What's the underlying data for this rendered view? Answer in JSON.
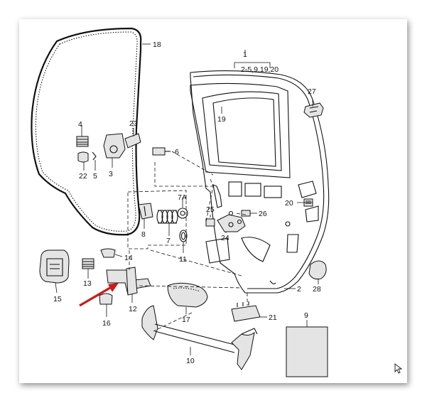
{
  "diagram": {
    "callouts": {
      "c1": "1",
      "c1_sub": "2-5,9,19,20",
      "c2": "2",
      "c3": "3",
      "c4": "4",
      "c5": "5",
      "c6": "6",
      "c7": "7",
      "c7a": "7A",
      "c8": "8",
      "c9": "9",
      "c10": "10",
      "c11": "11",
      "c12": "12",
      "c13": "13",
      "c14": "14",
      "c15": "15",
      "c16": "16",
      "c17": "17",
      "c18": "18",
      "c19": "19",
      "c20": "20",
      "c21": "21",
      "c22": "22",
      "c23": "23",
      "c24": "24",
      "c25": "25",
      "c26": "26",
      "c27": "27",
      "c28": "28"
    },
    "colors": {
      "line": "#111111",
      "arrow": "#cc1a1a",
      "background": "#ffffff"
    },
    "icons": {
      "cursor": "mouse-pointer-icon"
    }
  }
}
